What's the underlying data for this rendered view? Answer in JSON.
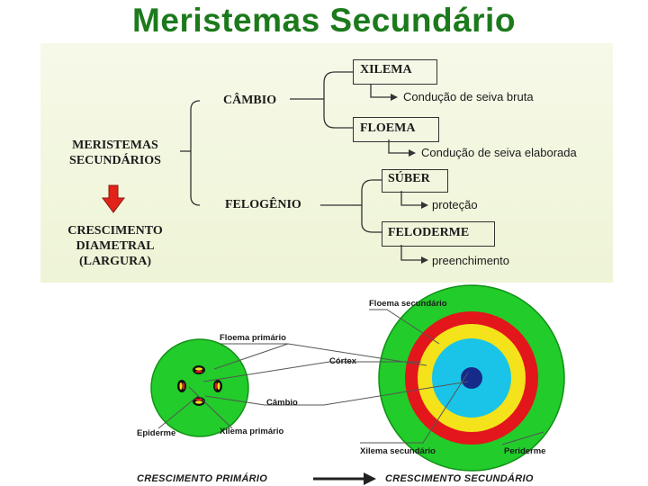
{
  "title": "Meristemas Secundário",
  "chart": {
    "root": [
      "MERISTEMAS",
      "SECUNDÁRIOS"
    ],
    "result": [
      "CRESCIMENTO",
      "DIAMETRAL",
      "(LARGURA)"
    ],
    "cambio": "CÂMBIO",
    "felogenio": "FELOGÊNIO",
    "xilema": "XILEMA",
    "xilema_desc": "Condução de seiva bruta",
    "floema": "FLOEMA",
    "floema_desc": "Condução de seiva elaborada",
    "suber": "SÚBER",
    "suber_desc": "proteção",
    "feloderme": "FELODERME",
    "feloderme_desc": "preenchimento"
  },
  "diagram": {
    "labels": {
      "floema_secundario": "Floema secundário",
      "floema_primario": "Floema primário",
      "cortex": "Córtex",
      "cambio": "Câmbio",
      "epiderme": "Epiderme",
      "xilema_primario": "Xilema primário",
      "xilema_secundario": "Xilema secundário",
      "periderme": "Periderme"
    },
    "footer_left": "CRESCIMENTO PRIMÁRIO",
    "footer_right": "CRESCIMENTO SECUNDÁRIO",
    "colors": {
      "green": "#22cc2a",
      "red": "#e3161b",
      "yellow": "#f4e21a",
      "cyan": "#19c4e8",
      "navy": "#162a8a",
      "title_green": "#1c7a1c",
      "arrow_red": "#e2231a"
    }
  }
}
